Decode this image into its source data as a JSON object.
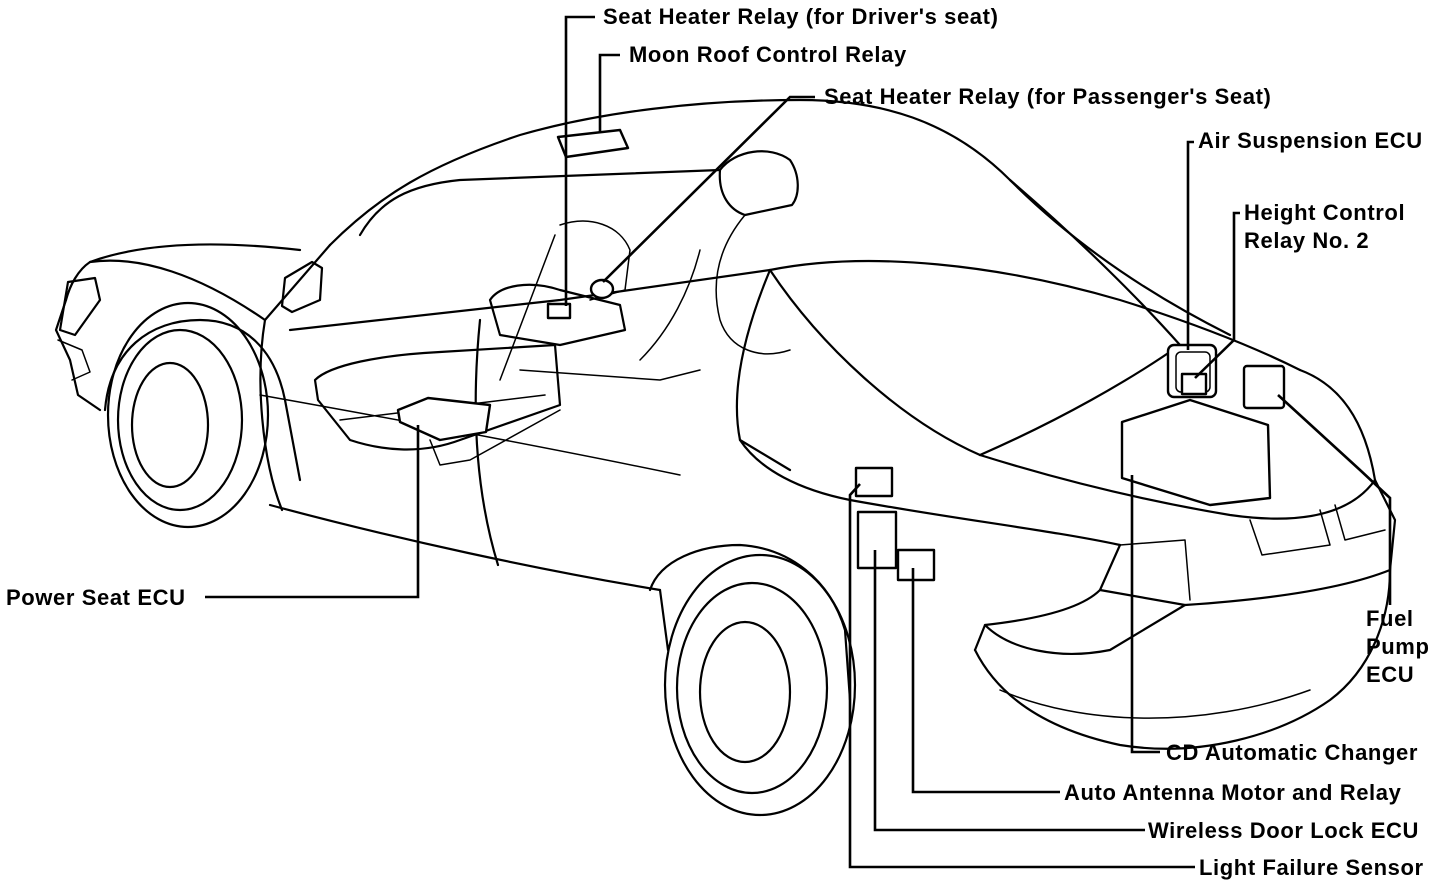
{
  "labels": {
    "seat_heater_driver": "Seat Heater Relay (for Driver's seat)",
    "moon_roof": "Moon Roof Control Relay",
    "seat_heater_passenger": "Seat Heater Relay (for Passenger's Seat)",
    "air_suspension": "Air Suspension ECU",
    "height_control_1": "Height Control",
    "height_control_2": "Relay No. 2",
    "power_seat": "Power Seat ECU",
    "fuel_pump_1": "Fuel",
    "fuel_pump_2": "Pump",
    "fuel_pump_3": "ECU",
    "cd_changer": "CD Automatic Changer",
    "auto_antenna": "Auto Antenna Motor and Relay",
    "wireless_door_lock": "Wireless Door Lock ECU",
    "light_failure": "Light Failure Sensor"
  },
  "colors": {
    "line": "#000000",
    "background": "#ffffff"
  }
}
